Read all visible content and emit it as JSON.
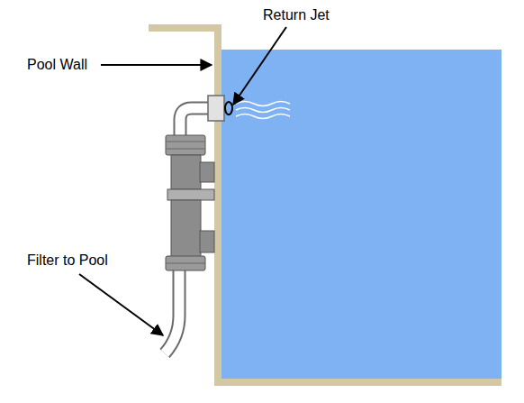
{
  "diagram": {
    "labels": [
      "Pool Wall",
      "Return Jet",
      "Filter to Pool"
    ]
  }
}
